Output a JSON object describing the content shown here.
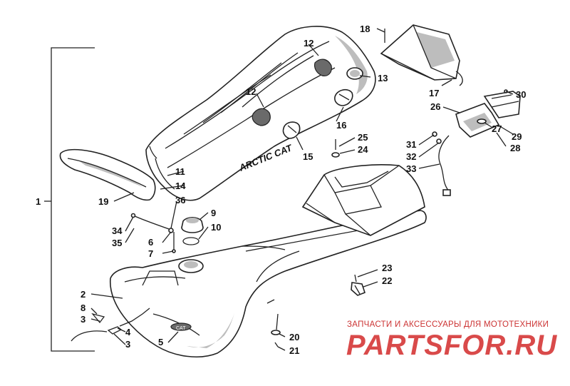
{
  "callouts": [
    {
      "id": "1",
      "text": "1"
    },
    {
      "id": "2",
      "text": "2"
    },
    {
      "id": "3a",
      "text": "3"
    },
    {
      "id": "3b",
      "text": "3"
    },
    {
      "id": "4",
      "text": "4"
    },
    {
      "id": "5",
      "text": "5"
    },
    {
      "id": "6",
      "text": "6"
    },
    {
      "id": "7",
      "text": "7"
    },
    {
      "id": "8",
      "text": "8"
    },
    {
      "id": "9",
      "text": "9"
    },
    {
      "id": "10",
      "text": "10"
    },
    {
      "id": "11",
      "text": "11"
    },
    {
      "id": "12a",
      "text": "12"
    },
    {
      "id": "12b",
      "text": "12"
    },
    {
      "id": "13",
      "text": "13"
    },
    {
      "id": "14",
      "text": "14"
    },
    {
      "id": "15",
      "text": "15"
    },
    {
      "id": "16",
      "text": "16"
    },
    {
      "id": "17",
      "text": "17"
    },
    {
      "id": "18",
      "text": "18"
    },
    {
      "id": "19",
      "text": "19"
    },
    {
      "id": "20",
      "text": "20"
    },
    {
      "id": "21",
      "text": "21"
    },
    {
      "id": "22",
      "text": "22"
    },
    {
      "id": "23",
      "text": "23"
    },
    {
      "id": "24",
      "text": "24"
    },
    {
      "id": "25",
      "text": "25"
    },
    {
      "id": "26",
      "text": "26"
    },
    {
      "id": "27",
      "text": "27"
    },
    {
      "id": "28",
      "text": "28"
    },
    {
      "id": "29",
      "text": "29"
    },
    {
      "id": "30",
      "text": "30"
    },
    {
      "id": "31",
      "text": "31"
    },
    {
      "id": "32",
      "text": "32"
    },
    {
      "id": "33",
      "text": "33"
    },
    {
      "id": "34",
      "text": "34"
    },
    {
      "id": "35",
      "text": "35"
    },
    {
      "id": "36",
      "text": "36"
    }
  ],
  "seat_brand": "ARCTIC CAT",
  "tank_badge": "CAT",
  "watermark": {
    "subtitle": "ЗАПЧАСТИ И АКСЕССУАРЫ ДЛЯ МОТОТЕХНИКИ",
    "title": "PARTSFOR.RU"
  },
  "colors": {
    "line": "#222222",
    "watermark": "#d94a4a"
  }
}
